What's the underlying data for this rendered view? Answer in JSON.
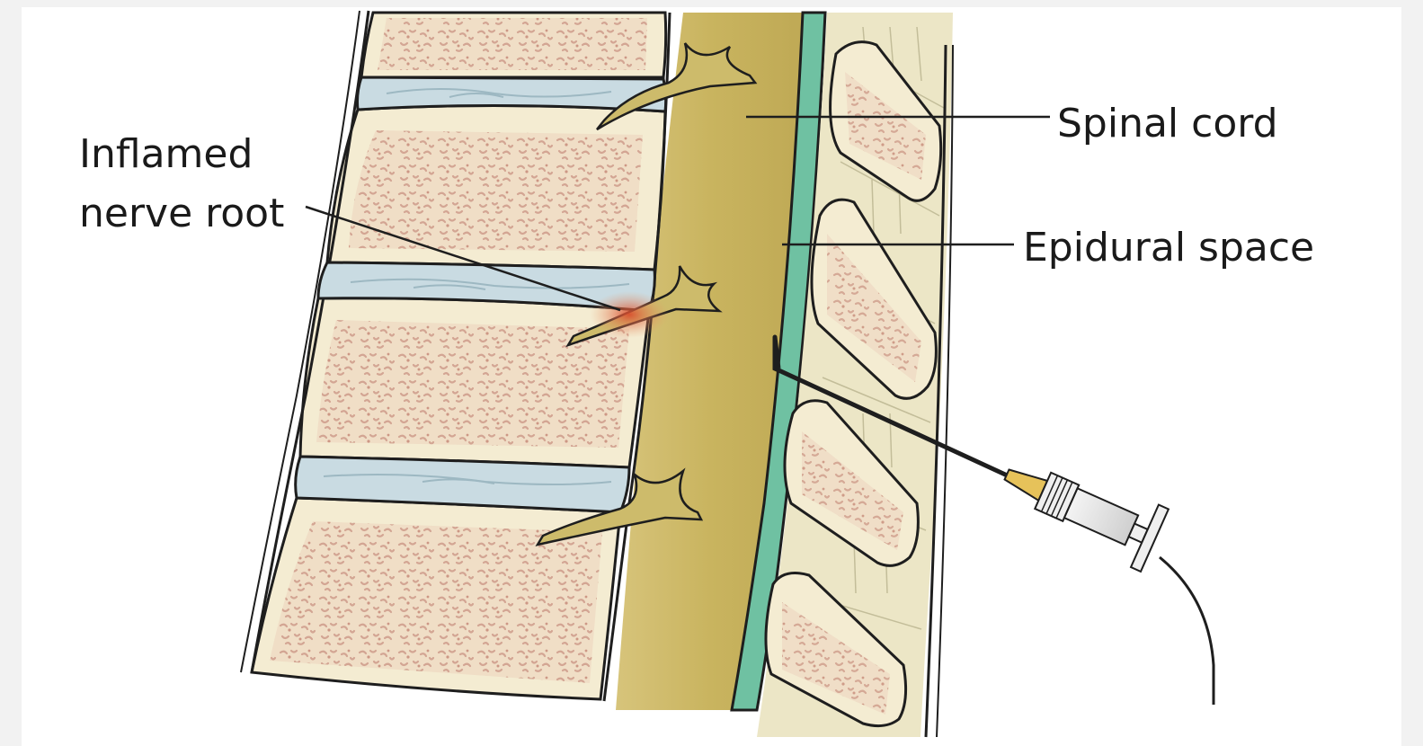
{
  "labels": {
    "inflamed_line1": "Inflamed",
    "inflamed_line2": "nerve root",
    "spinal_cord": "Spinal cord",
    "epidural_space": "Epidural space"
  },
  "colors": {
    "bone": "#f4ecd2",
    "bone_speckle": "#d2a494",
    "disc": "#c9dbe2",
    "cord": "#c9b764",
    "epidural": "#6fc1a2",
    "ligament": "#ece6c6",
    "inflamed": "#d9572e",
    "outline": "#1e1e1e"
  }
}
